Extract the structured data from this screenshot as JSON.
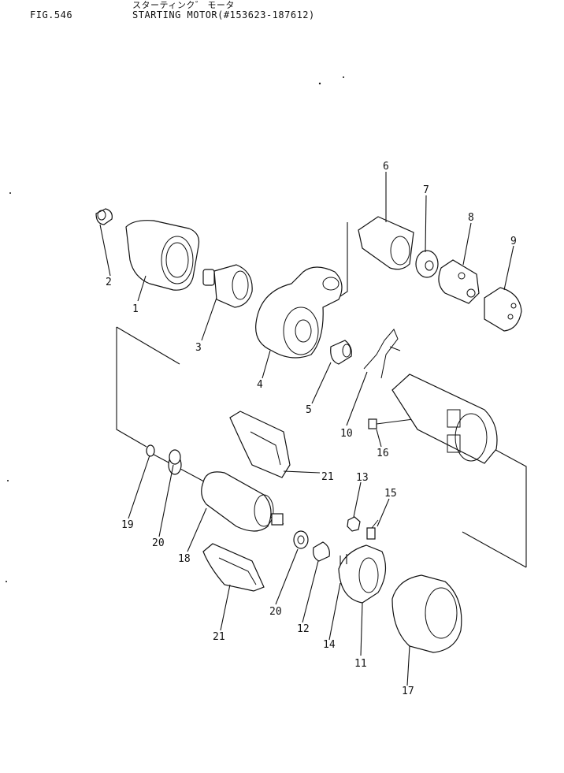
{
  "header": {
    "fig_number": "FIG.546",
    "title_jp": "スターティンク゛ モータ",
    "title_en": "STARTING MOTOR(#153623-187612)"
  },
  "callouts": [
    "1",
    "2",
    "3",
    "4",
    "5",
    "6",
    "7",
    "8",
    "9",
    "10",
    "11",
    "12",
    "13",
    "14",
    "15",
    "16",
    "17",
    "18",
    "19",
    "20",
    "20",
    "21",
    "21"
  ]
}
